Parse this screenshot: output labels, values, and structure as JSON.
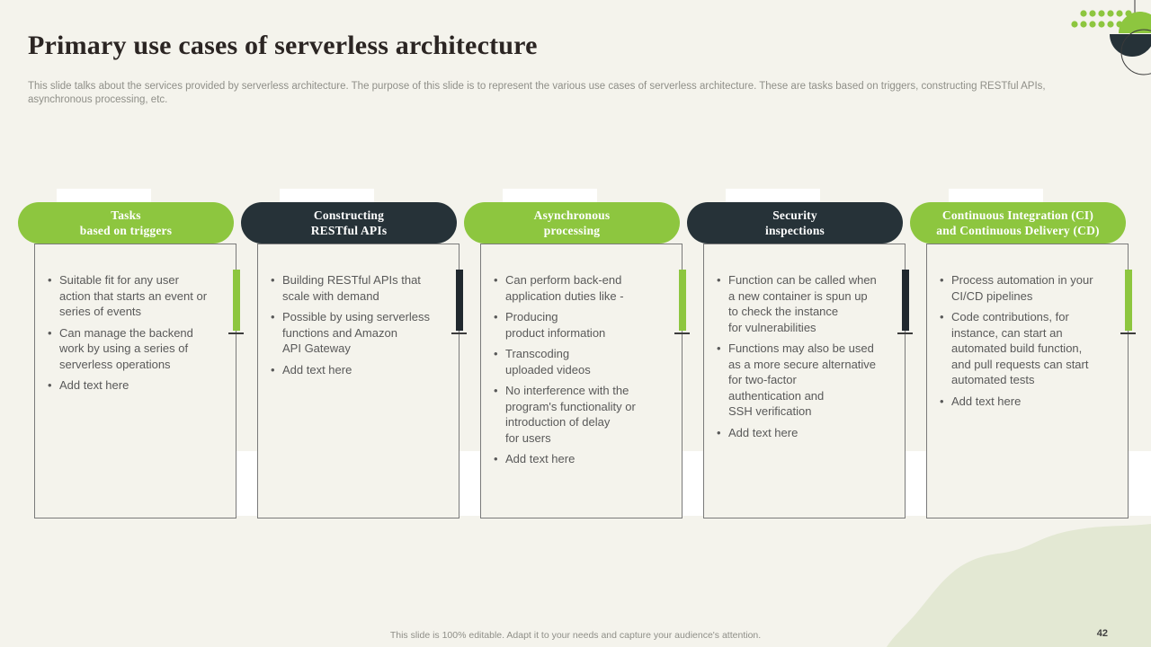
{
  "slide": {
    "title": "Primary use cases of serverless architecture",
    "subtitle": "This slide talks about the services provided by serverless architecture. The purpose of this slide is to represent the various use cases of serverless architecture. These are tasks based on triggers, constructing RESTful APIs, asynchronous processing, etc.",
    "footer": "This slide is 100% editable. Adapt it to your needs and capture your audience's attention.",
    "page_number": "42"
  },
  "colors": {
    "green": "#8DC63F",
    "dark_navy": "#263238",
    "background": "#F4F3EC",
    "wave": "#E3E8D3",
    "body_text": "#595959",
    "border": "#7A7A7A"
  },
  "columns": [
    {
      "header": "Tasks\nbased on triggers",
      "accent": "green",
      "bullets": [
        "Suitable fit for any user\naction that starts an event or\nseries of events",
        "Can manage the backend\nwork by using a series of\nserverless operations",
        "Add text here"
      ]
    },
    {
      "header": "Constructing\nRESTful APIs",
      "accent": "dark",
      "bullets": [
        "Building RESTful APIs that\nscale with demand",
        "Possible by using serverless\nfunctions and Amazon\nAPI Gateway",
        "Add text here"
      ]
    },
    {
      "header": "Asynchronous\nprocessing",
      "accent": "green",
      "bullets": [
        "Can perform back-end\napplication duties like -",
        "Producing\nproduct information",
        "Transcoding\nuploaded videos",
        "No interference with the\nprogram's functionality or\nintroduction of delay\nfor users",
        "Add text here"
      ]
    },
    {
      "header": "Security\ninspections",
      "accent": "dark",
      "bullets": [
        "Function can be called when\na new container is spun up\nto check the instance\nfor vulnerabilities",
        "Functions may also be used\nas a more secure alternative\nfor two-factor\nauthentication and\nSSH verification",
        "Add text here"
      ]
    },
    {
      "header": "Continuous Integration (CI)\nand Continuous Delivery (CD)",
      "accent": "green",
      "bullets": [
        "Process automation in your\nCI/CD pipelines",
        "Code contributions, for\ninstance, can start an\nautomated build function,\nand pull requests can start\nautomated tests",
        "Add text here"
      ]
    }
  ]
}
